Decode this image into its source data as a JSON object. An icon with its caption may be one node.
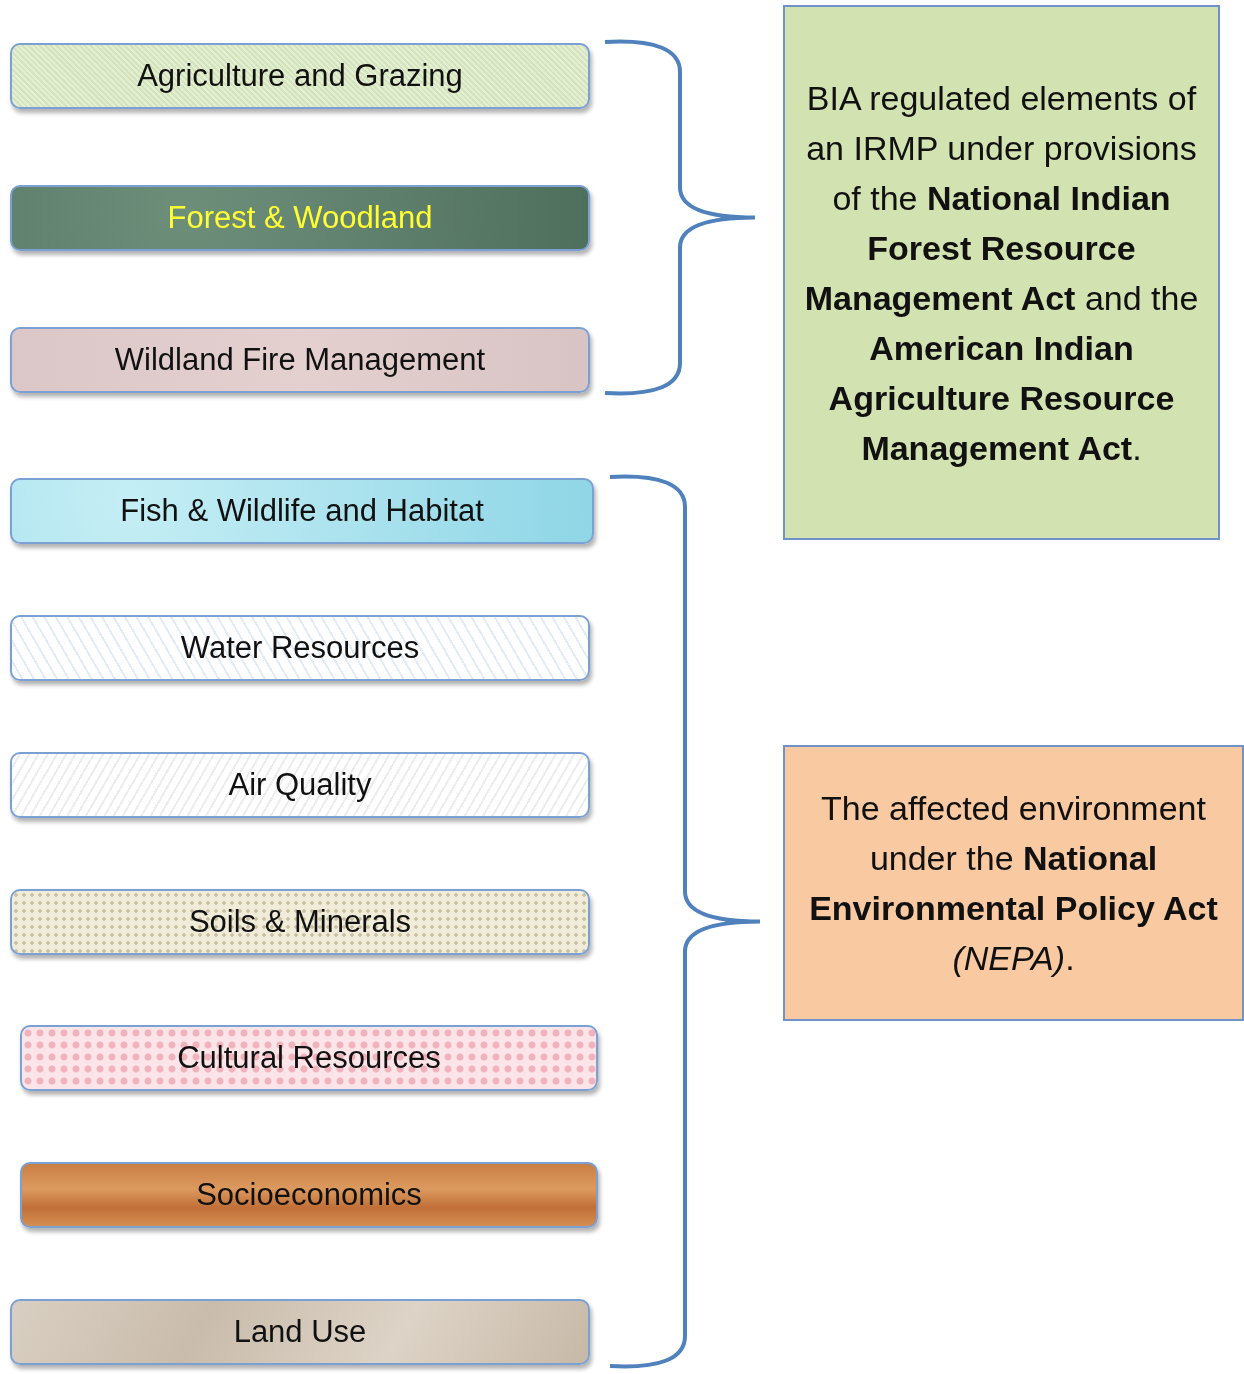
{
  "diagram": {
    "nodes": [
      {
        "text": [
          "Agriculture and Grazing"
        ]
      },
      {
        "text": [
          "Forest & Woodland"
        ]
      },
      {
        "text": [
          "Wildland Fire Management"
        ]
      },
      {
        "text": [
          "Fish & Wildlife and Habitat"
        ]
      },
      {
        "text": [
          "Water Resources"
        ]
      },
      {
        "text": [
          "Air Quality"
        ]
      },
      {
        "text": [
          "Soils & Minerals"
        ]
      },
      {
        "text": [
          "Cultural Resources"
        ]
      },
      {
        "text": [
          "Socioeconomics"
        ]
      },
      {
        "text": [
          "Land Use"
        ]
      },
      {
        "text": [
          "BIA regulated elements of an IRMP under provisions of the **National Indian Forest Resource Management Act** and the **American Indian Agriculture Resource Management Act**."
        ]
      },
      {
        "text": [
          "The affected environment under the **National Environmental Policy Act** *(NEPA)*."
        ]
      }
    ]
  }
}
